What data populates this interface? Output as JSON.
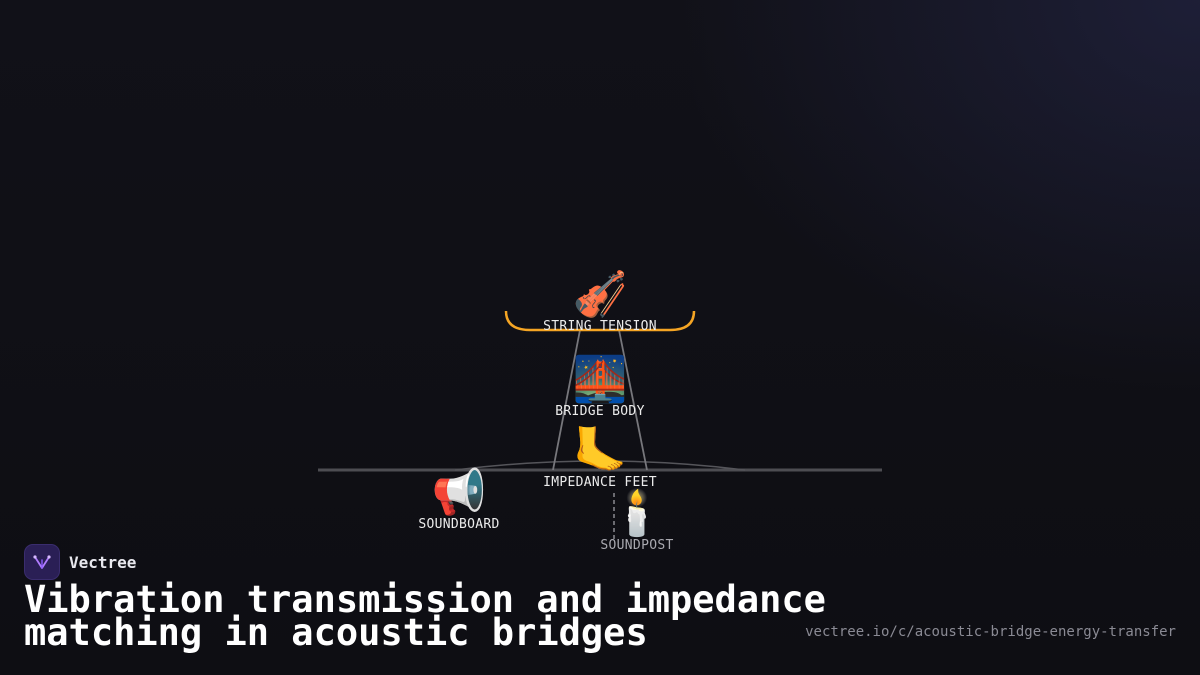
{
  "brand": {
    "name": "Vectree",
    "icon": "vectree-logo-icon"
  },
  "title": "Vibration transmission and impedance matching in acoustic bridges",
  "url": "vectree.io/c/acoustic-bridge-energy-transfer",
  "colors": {
    "accent": "#f5a524",
    "line": "#5a5a5f",
    "background": "#0f0f14"
  },
  "nodes": {
    "string_tension": {
      "icon": "🎻",
      "icon_name": "violin-icon",
      "label": "STRING TENSION"
    },
    "bridge_body": {
      "icon": "🌉",
      "icon_name": "bridge-icon",
      "label": "BRIDGE BODY"
    },
    "impedance_feet": {
      "icon": "🦶",
      "icon_name": "foot-icon",
      "label": "IMPEDANCE FEET"
    },
    "soundboard": {
      "icon": "📢",
      "icon_name": "megaphone-icon",
      "label": "SOUNDBOARD"
    },
    "soundpost": {
      "icon": "🕯️",
      "icon_name": "candle-icon",
      "label": "SOUNDPOST"
    }
  }
}
